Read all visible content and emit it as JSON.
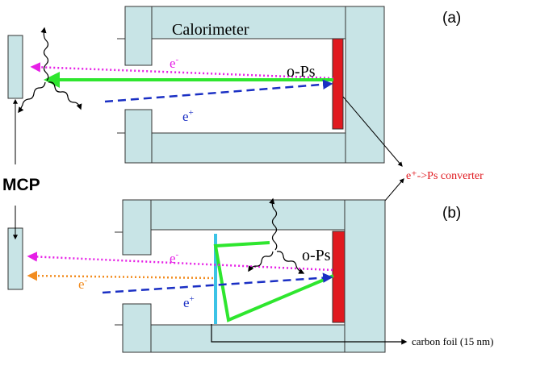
{
  "panel_a": {
    "tag": "(a)",
    "calorimeter_label": "Calorimeter",
    "ops_label": "o-Ps",
    "electron_label": "e",
    "electron_sup": "-",
    "positron_label": "e",
    "positron_sup": "+"
  },
  "panel_b": {
    "tag": "(b)",
    "ops_label": "o-Ps",
    "electron_label": "e",
    "electron_sup": "-",
    "electron2_label": "e",
    "electron2_sup": "-",
    "positron_label": "e",
    "positron_sup": "+"
  },
  "mcp_label": "MCP",
  "converter_label": "e⁺->Ps converter",
  "carbon_foil_label": "carbon foil (15 nm)",
  "colors": {
    "housing": "#c8e4e6",
    "converter": "#e0191f",
    "photon_green": "#2ee62e",
    "electron_magenta": "#e61fe6",
    "electron_orange": "#f28c1f",
    "positron_blue": "#1a2fc4",
    "foil": "#3cc3e6",
    "converter_text": "#e0191f"
  }
}
